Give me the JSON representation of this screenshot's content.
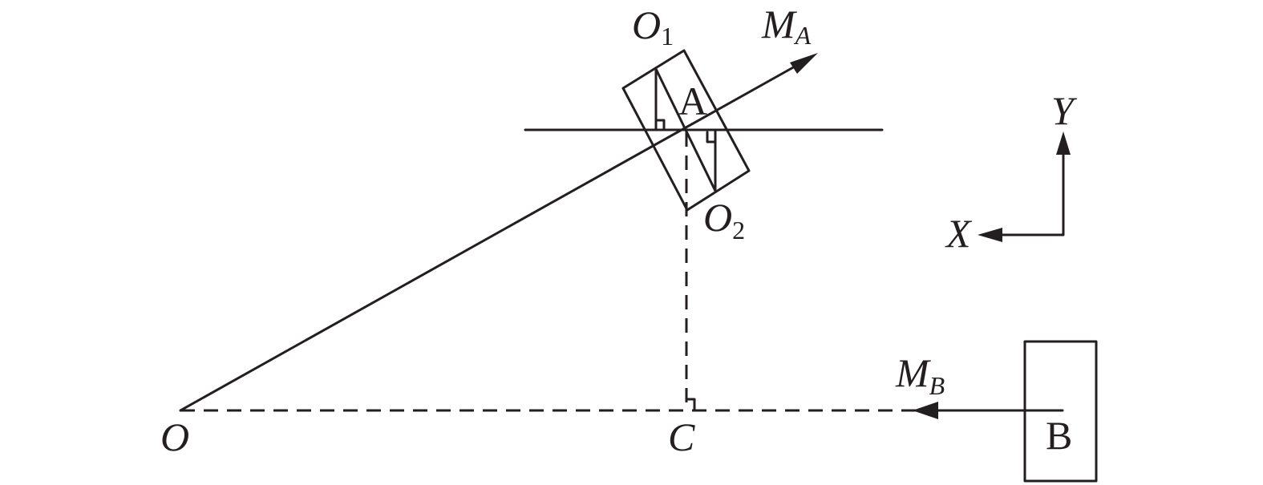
{
  "points": {
    "O": "O",
    "A": "A",
    "B": "B",
    "C": "C",
    "O1": {
      "base": "O",
      "sub": "1"
    },
    "O2": {
      "base": "O",
      "sub": "2"
    }
  },
  "vectors": {
    "MA": {
      "base": "M",
      "sub": "A"
    },
    "MB": {
      "base": "M",
      "sub": "B"
    }
  },
  "axes": {
    "x": "X",
    "y": "Y"
  },
  "colors": {
    "ink": "#231f20",
    "background": "#ffffff"
  }
}
